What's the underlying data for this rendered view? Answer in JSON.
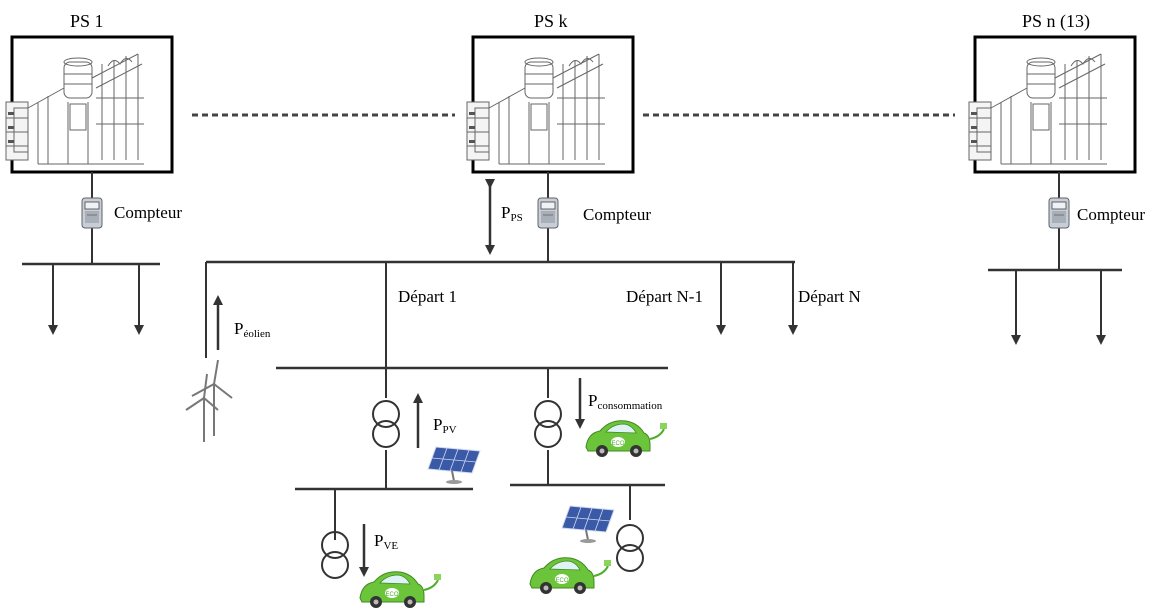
{
  "substations": {
    "ps1": "PS 1",
    "psk": "PS k",
    "psn": "PS n (13)"
  },
  "meter_label": "Compteur",
  "feeders": {
    "d1": "Départ 1",
    "dn1": "Départ N-1",
    "dn": "Départ N"
  },
  "flows": {
    "ps": {
      "main": "P",
      "sub": "PS"
    },
    "eolien": {
      "main": "P",
      "sub": "éolien"
    },
    "pv": {
      "main": "P",
      "sub": "PV"
    },
    "consommation": {
      "main": "P",
      "sub": "consommation"
    },
    "ve": {
      "main": "P",
      "sub": "VE"
    }
  },
  "car_badge": "ECO",
  "colors": {
    "line": "#333333",
    "car_body": "#6cc43a",
    "panel": "#3a5aa8",
    "meter": "#c9ced6"
  }
}
